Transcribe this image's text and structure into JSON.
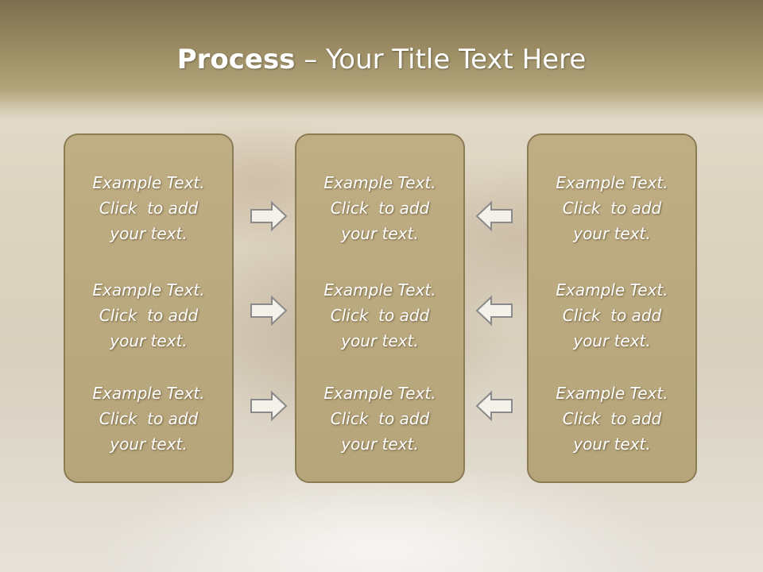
{
  "slide": {
    "title_bold": "Process",
    "title_rest": " – Your Title Text Here"
  },
  "columns": [
    {
      "items": [
        {
          "line1": "Example Text.",
          "line2": "Click  to add",
          "line3": "your text."
        },
        {
          "line1": "Example Text.",
          "line2": "Click  to add",
          "line3": "your text."
        },
        {
          "line1": "Example Text.",
          "line2": "Click  to add",
          "line3": "your text."
        }
      ]
    },
    {
      "items": [
        {
          "line1": "Example Text.",
          "line2": "Click  to add",
          "line3": "your text."
        },
        {
          "line1": "Example Text.",
          "line2": "Click  to add",
          "line3": "your text."
        },
        {
          "line1": "Example Text.",
          "line2": "Click  to add",
          "line3": "your text."
        }
      ]
    },
    {
      "items": [
        {
          "line1": "Example Text.",
          "line2": "Click  to add",
          "line3": "your text."
        },
        {
          "line1": "Example Text.",
          "line2": "Click  to add",
          "line3": "your text."
        },
        {
          "line1": "Example Text.",
          "line2": "Click  to add",
          "line3": "your text."
        }
      ]
    }
  ],
  "arrows": {
    "left_group": "arrow-right-icon",
    "right_group": "arrow-left-icon"
  },
  "colors": {
    "title_band": "#9e8f66",
    "panel_fill": "#bcab80",
    "panel_border": "#8c7c55",
    "text": "#ffffff"
  }
}
